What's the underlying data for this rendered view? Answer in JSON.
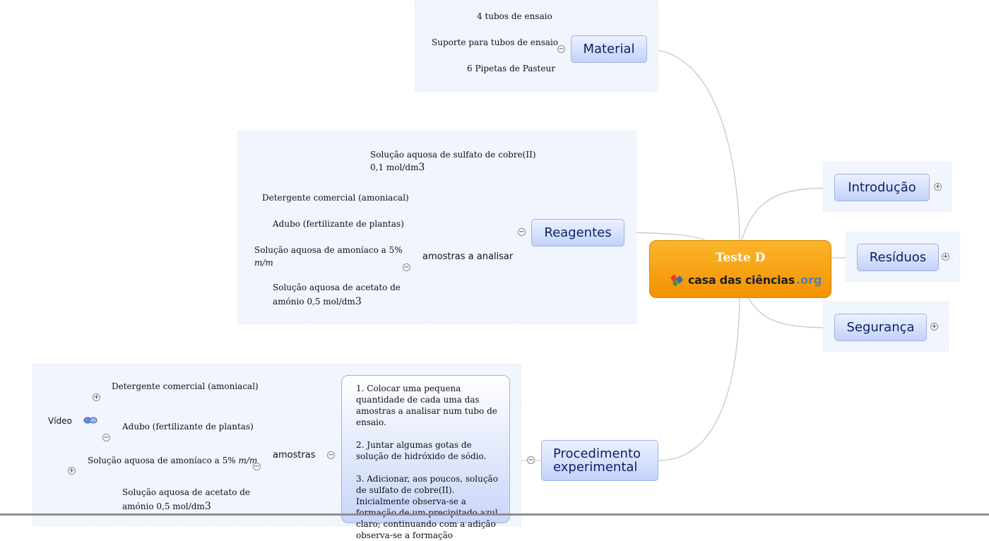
{
  "central": {
    "title": "Teste D",
    "logo_main": "casa das ciências",
    "logo_org": ".org"
  },
  "material": {
    "label": "Material",
    "items": [
      "4 tubos de ensaio",
      "Suporte para tubos de ensaio",
      "6 Pipetas de Pasteur"
    ]
  },
  "reagentes": {
    "label": "Reagentes",
    "sulfato": {
      "line1": "Solução aquosa de sulfato de cobre(II)",
      "line2a": "0,1 mol/dm",
      "line2b": "3"
    },
    "amostras_label": "amostras a analisar",
    "amostras": {
      "detergente": "Detergente comercial (amoniacal)",
      "adubo": "Adubo (fertilizante de plantas)",
      "amoniaco_line1": "Solução aquosa de amoníaco a 5%",
      "amoniaco_line2": "m/m",
      "acetato_line1": "Solução aquosa de acetato de",
      "acetato_line2a": "amónio 0,5 mol/dm",
      "acetato_line2b": "3"
    }
  },
  "right_topics": {
    "introducao": "Introdução",
    "residuos": "Resíduos",
    "seguranca": "Segurança"
  },
  "procedimento": {
    "label_line1": "Procedimento",
    "label_line2": "experimental",
    "amostras_label": "amostras",
    "amostras": {
      "detergente": "Detergente comercial (amoniacal)",
      "video": "Vídeo",
      "adubo": "Adubo (fertilizante de plantas)",
      "amoniaco_a": "Solução aquosa de amoníaco a 5% ",
      "amoniaco_b": "m/m",
      "acetato_line1": "Solução aquosa de acetato de",
      "acetato_line2a": "amónio 0,5 mol/dm",
      "acetato_line2b": "3"
    },
    "steps": [
      "1. Colocar uma pequena quantidade de cada uma das amostras a analisar num tubo de ensaio.",
      "2. Juntar algumas gotas de solução de hidróxido de sódio.",
      "3. Adicionar, aos poucos, solução de sulfato de cobre(II). Inicialmente observa-se a formação de um precipitado azul claro; continuando com a adição observa-se a formação"
    ]
  },
  "toggles": {
    "collapse": "−",
    "expand": "+"
  },
  "colors": {
    "central": "#f39200",
    "topic": "#c3d2fa",
    "region": "#f1f5fd",
    "connector": "#c8c8c8"
  }
}
